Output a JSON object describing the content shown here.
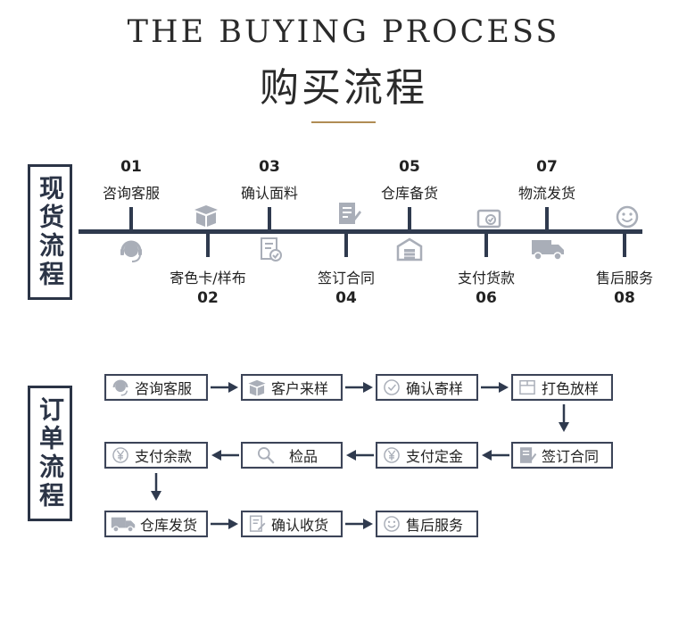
{
  "header": {
    "title_en": "THE BUYING PROCESS",
    "title_cn": "购买流程"
  },
  "spot": {
    "label": "现货流程",
    "steps": [
      {
        "num": "01",
        "label": "咨询客服",
        "icon": "headset-icon"
      },
      {
        "num": "02",
        "label": "寄色卡/样布",
        "icon": "box-icon"
      },
      {
        "num": "03",
        "label": "确认面料",
        "icon": "checklist-icon"
      },
      {
        "num": "04",
        "label": "签订合同",
        "icon": "contract-icon"
      },
      {
        "num": "05",
        "label": "仓库备货",
        "icon": "warehouse-icon"
      },
      {
        "num": "06",
        "label": "支付货款",
        "icon": "payment-icon"
      },
      {
        "num": "07",
        "label": "物流发货",
        "icon": "truck-icon"
      },
      {
        "num": "08",
        "label": "售后服务",
        "icon": "smile-icon"
      }
    ]
  },
  "order": {
    "label": "订单流程",
    "steps": [
      {
        "label": "咨询客服",
        "icon": "headset-icon"
      },
      {
        "label": "客户来样",
        "icon": "box-icon"
      },
      {
        "label": "确认寄样",
        "icon": "check-circle-icon"
      },
      {
        "label": "打色放样",
        "icon": "swatch-icon"
      },
      {
        "label": "签订合同",
        "icon": "contract-icon"
      },
      {
        "label": "支付定金",
        "icon": "yen-icon"
      },
      {
        "label": "检品",
        "icon": "magnifier-icon"
      },
      {
        "label": "支付余款",
        "icon": "yen-icon"
      },
      {
        "label": "仓库发货",
        "icon": "truck-icon"
      },
      {
        "label": "确认收货",
        "icon": "checklist-icon"
      },
      {
        "label": "售后服务",
        "icon": "smile-icon"
      }
    ]
  },
  "colors": {
    "primary": "#2f3a4e",
    "accent": "#b08c54",
    "icon_gray": "#a9aeb8"
  }
}
